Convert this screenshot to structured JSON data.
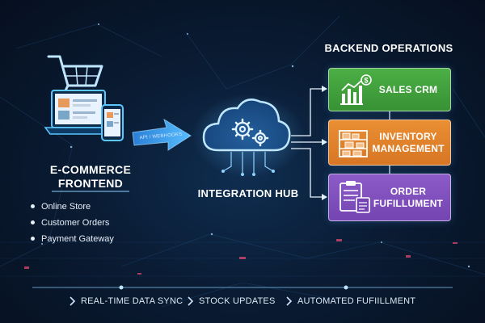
{
  "diagram": {
    "frontend": {
      "title": "E-COMMERCE FRONTEND",
      "items": [
        "Online Store",
        "Customer Orders",
        "Payment Gateway"
      ]
    },
    "connector_label": "API / WEBHOOKS",
    "hub": {
      "title": "INTEGRATION HUB"
    },
    "backend": {
      "title": "BACKEND OPERATIONS",
      "cards": [
        {
          "label": "SALES CRM",
          "color": "#45a63f"
        },
        {
          "label": "INVENTORY MANAGEMENT",
          "color": "#e2842c"
        },
        {
          "label": "ORDER FUFILLUMENT",
          "color": "#8050bd"
        }
      ]
    },
    "footer": [
      "REAL-TIME DATA SYNC",
      "STOCK UPDATES",
      "AUTOMATED FUFIILLMENT"
    ]
  },
  "colors": {
    "background": "#0a1c34",
    "glow_blue": "#3aa8ff",
    "accent_cyan": "#7fd3ff"
  }
}
